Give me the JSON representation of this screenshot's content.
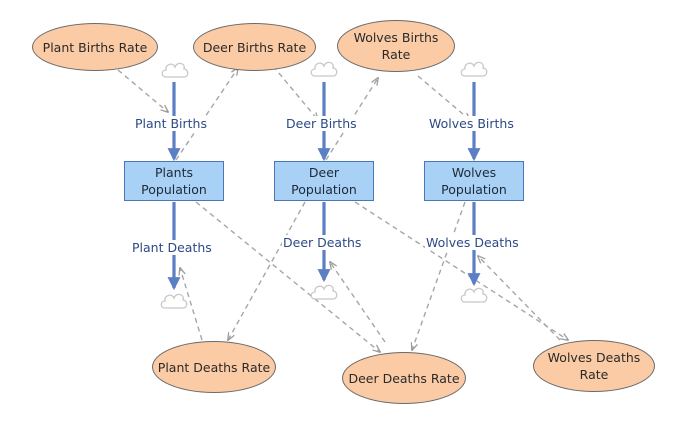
{
  "stocks": {
    "plants": "Plants\nPopulation",
    "deer": "Deer\nPopulation",
    "wolves": "Wolves\nPopulation"
  },
  "flows": {
    "plant_births": "Plant Births",
    "deer_births": "Deer Births",
    "wolves_births": "Wolves Births",
    "plant_deaths": "Plant Deaths",
    "deer_deaths": "Deer Deaths",
    "wolves_deaths": "Wolves Deaths"
  },
  "variables": {
    "plant_births_rate": "Plant Births Rate",
    "deer_births_rate": "Deer Births Rate",
    "wolves_births_rate": "Wolves Births\nRate",
    "plant_deaths_rate": "Plant Deaths Rate",
    "deer_deaths_rate": "Deer Deaths Rate",
    "wolves_deaths_rate": "Wolves Deaths\nRate"
  },
  "colors": {
    "stock_fill": "#a9d1f5",
    "stock_border": "#4a78b4",
    "flow_pipe": "#5b7fc4",
    "variable_fill": "#fbcba6",
    "link_dashed": "#a6a6a6",
    "cloud": "#c8c8c8",
    "label_text": "#2c4a86"
  },
  "icons": {
    "source_sink": "cloud-icon"
  }
}
